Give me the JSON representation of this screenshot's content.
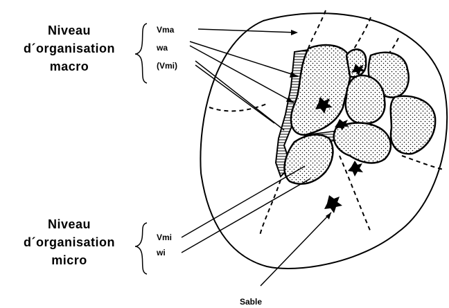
{
  "macro_group": {
    "line1": "Niveau",
    "line2": "d´organisation",
    "line3": "macro",
    "labels": [
      "Vma",
      "wa",
      "(Vmi)"
    ]
  },
  "micro_group": {
    "line1": "Niveau",
    "line2": "d´organisation",
    "line3": "micro",
    "labels": [
      "Vmi",
      "wi"
    ]
  },
  "sable_label": "Sable",
  "colors": {
    "ink": "#000000",
    "paper": "#ffffff"
  }
}
